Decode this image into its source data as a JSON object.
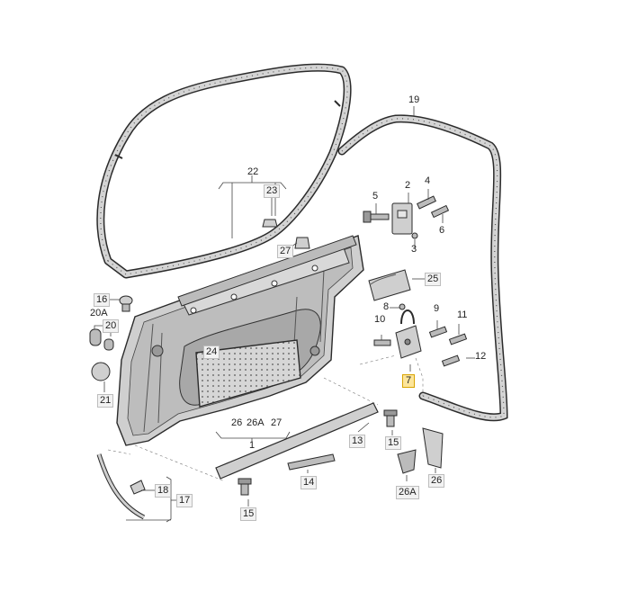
{
  "callouts": {
    "c1": "1",
    "c2": "2",
    "c3": "3",
    "c4": "4",
    "c5": "5",
    "c6": "6",
    "c7": "7",
    "c8": "8",
    "c9": "9",
    "c11": "11",
    "c12": "12",
    "c13": "13",
    "c14": "14",
    "c15a": "15",
    "c15b": "15",
    "c16": "16",
    "c17": "17",
    "c18": "18",
    "c19": "19",
    "c20": "20",
    "c20a": "20A",
    "c21": "21",
    "c22": "22",
    "c23": "23",
    "c24": "24",
    "c25": "25",
    "c26a": "26",
    "c26b": "26",
    "c26A_a": "26A",
    "c26A_b": "26A",
    "c27a": "27",
    "c27b": "27"
  },
  "colors": {
    "line": "#2b2b2b",
    "panel": "#d0d0d0",
    "part": "#c8c8c8",
    "highlight": "#fde59a"
  }
}
